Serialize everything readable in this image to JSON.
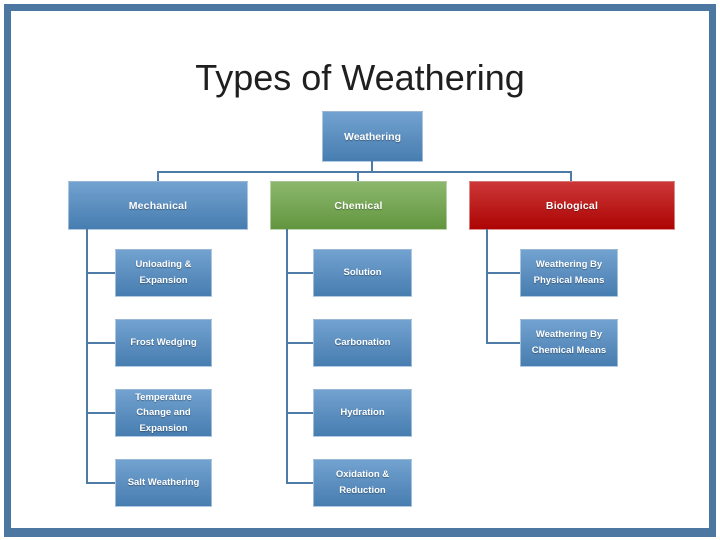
{
  "slide": {
    "title": "Types of Weathering"
  },
  "tree": {
    "root": {
      "label": "Weathering"
    },
    "branches": [
      {
        "label": "Mechanical",
        "accent": "#4f8bc4",
        "children": [
          "Unloading & Expansion",
          "Frost Wedging",
          "Temperature Change and Expansion",
          "Salt Weathering"
        ]
      },
      {
        "label": "Chemical",
        "accent": "#6ea647",
        "children": [
          "Solution",
          "Carbonation",
          "Hydration",
          "Oxidation & Reduction"
        ]
      },
      {
        "label": "Biological",
        "accent": "#c00505",
        "children": [
          "Weathering By Physical Means",
          "Weathering By Chemical Means"
        ]
      }
    ]
  },
  "colors": {
    "frame": "#4b77a0",
    "connector": "#4d7ba6",
    "node_blue": "#4f8bc4",
    "branch_green": "#6ea647",
    "branch_red": "#c00505",
    "title_text": "#1f1f1f",
    "node_text": "#ffffff"
  }
}
